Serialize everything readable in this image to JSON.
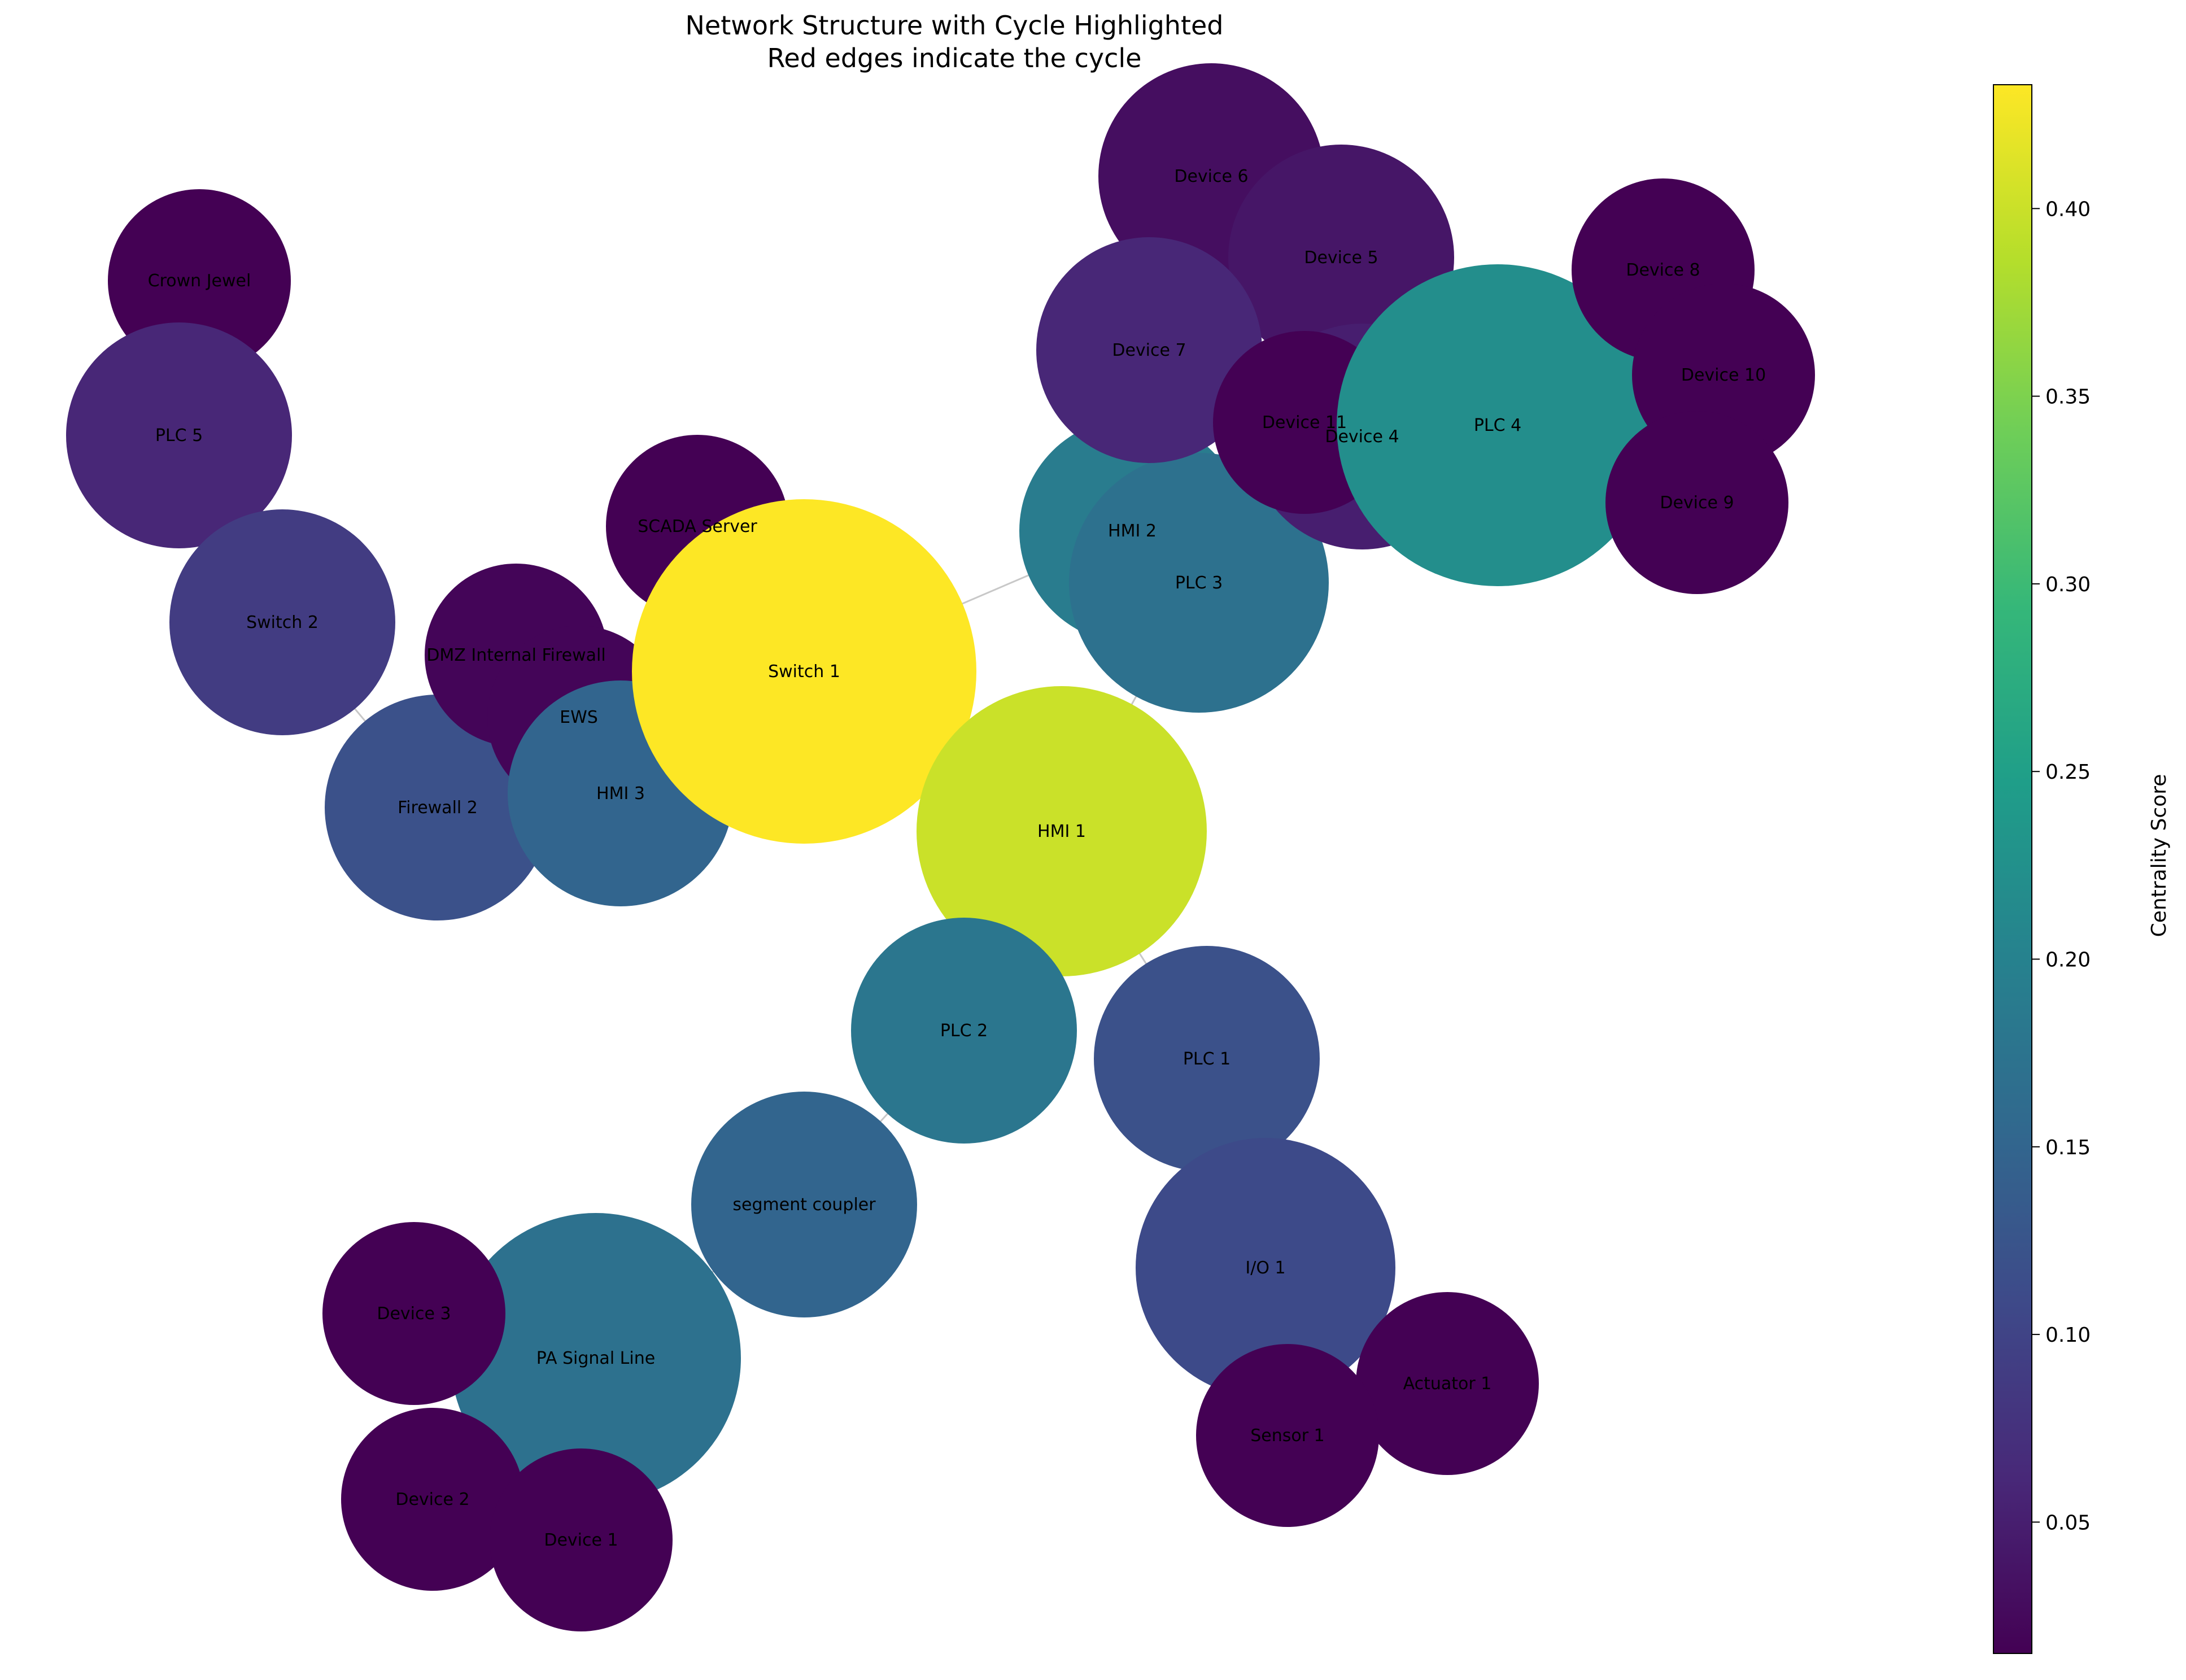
{
  "title": {
    "line1": "Network Structure with Cycle Highlighted",
    "line2": "Red edges indicate the cycle"
  },
  "colorbar": {
    "label": "Centrality Score",
    "range": [
      0.015,
      0.433
    ],
    "ticks": [
      "0.05",
      "0.10",
      "0.15",
      "0.20",
      "0.25",
      "0.30",
      "0.35",
      "0.40"
    ],
    "colormap": "viridis"
  },
  "nodes": [
    {
      "id": "crown-jewel",
      "label": "Crown Jewel",
      "centrality": 0.015
    },
    {
      "id": "plc-5",
      "label": "PLC 5",
      "centrality": 0.06
    },
    {
      "id": "switch-2",
      "label": "Switch 2",
      "centrality": 0.09
    },
    {
      "id": "firewall-2",
      "label": "Firewall 2",
      "centrality": 0.12
    },
    {
      "id": "dmz-internal-firewall",
      "label": "DMZ Internal Firewall",
      "centrality": 0.02
    },
    {
      "id": "ews",
      "label": "EWS",
      "centrality": 0.02
    },
    {
      "id": "hmi-3",
      "label": "HMI 3",
      "centrality": 0.15
    },
    {
      "id": "scada-server",
      "label": "SCADA Server",
      "centrality": 0.015
    },
    {
      "id": "switch-1",
      "label": "Switch 1",
      "centrality": 0.433
    },
    {
      "id": "hmi-2",
      "label": "HMI 2",
      "centrality": 0.19
    },
    {
      "id": "plc-3",
      "label": "PLC 3",
      "centrality": 0.17
    },
    {
      "id": "device-6",
      "label": "Device 6",
      "centrality": 0.03
    },
    {
      "id": "device-5",
      "label": "Device 5",
      "centrality": 0.04
    },
    {
      "id": "device-7",
      "label": "Device 7",
      "centrality": 0.06
    },
    {
      "id": "device-4",
      "label": "Device 4",
      "centrality": 0.05
    },
    {
      "id": "device-11",
      "label": "Device 11",
      "centrality": 0.015
    },
    {
      "id": "plc-4",
      "label": "PLC 4",
      "centrality": 0.22
    },
    {
      "id": "device-8",
      "label": "Device 8",
      "centrality": 0.015
    },
    {
      "id": "device-10",
      "label": "Device 10",
      "centrality": 0.015
    },
    {
      "id": "device-9",
      "label": "Device 9",
      "centrality": 0.015
    },
    {
      "id": "hmi-1",
      "label": "HMI 1",
      "centrality": 0.4
    },
    {
      "id": "plc-2",
      "label": "PLC 2",
      "centrality": 0.18
    },
    {
      "id": "plc-1",
      "label": "PLC 1",
      "centrality": 0.12
    },
    {
      "id": "segment-coupler",
      "label": "segment coupler",
      "centrality": 0.15
    },
    {
      "id": "io-1",
      "label": "I/O 1",
      "centrality": 0.11
    },
    {
      "id": "actuator-1",
      "label": "Actuator 1",
      "centrality": 0.015
    },
    {
      "id": "sensor-1",
      "label": "Sensor 1",
      "centrality": 0.015
    },
    {
      "id": "pa-signal-line",
      "label": "PA Signal Line",
      "centrality": 0.17
    },
    {
      "id": "device-3",
      "label": "Device 3",
      "centrality": 0.015
    },
    {
      "id": "device-2",
      "label": "Device 2",
      "centrality": 0.015
    },
    {
      "id": "device-1",
      "label": "Device 1",
      "centrality": 0.015
    }
  ],
  "edges": [
    {
      "from": "switch-1",
      "to": "hmi-2",
      "color": "#c8c8c8"
    },
    {
      "from": "switch-1",
      "to": "scada-server",
      "color": "#c8c8c8"
    },
    {
      "from": "switch-1",
      "to": "hmi-3",
      "color": "#c8c8c8"
    },
    {
      "from": "switch-1",
      "to": "ews",
      "color": "#c8c8c8"
    },
    {
      "from": "switch-1",
      "to": "hmi-1",
      "color": "#c8c8c8"
    },
    {
      "from": "switch-1",
      "to": "dmz-internal-firewall",
      "color": "#c8c8c8"
    },
    {
      "from": "dmz-internal-firewall",
      "to": "firewall-2",
      "color": "#c8c8c8"
    },
    {
      "from": "firewall-2",
      "to": "switch-2",
      "color": "#c8c8c8"
    },
    {
      "from": "switch-2",
      "to": "plc-5",
      "color": "#c8c8c8"
    },
    {
      "from": "plc-5",
      "to": "crown-jewel",
      "color": "#c8c8c8"
    },
    {
      "from": "hmi-2",
      "to": "plc-3",
      "color": "#c8c8c8"
    },
    {
      "from": "hmi-1",
      "to": "plc-3",
      "color": "#c8c8c8"
    },
    {
      "from": "hmi-1",
      "to": "plc-1",
      "color": "#c8c8c8"
    },
    {
      "from": "hmi-1",
      "to": "plc-2",
      "color": "#c8c8c8"
    },
    {
      "from": "plc-1",
      "to": "io-1",
      "color": "#c8c8c8"
    },
    {
      "from": "io-1",
      "to": "sensor-1",
      "color": "#c8c8c8"
    },
    {
      "from": "io-1",
      "to": "actuator-1",
      "color": "#c8c8c8"
    },
    {
      "from": "plc-2",
      "to": "segment-coupler",
      "color": "#c8c8c8"
    },
    {
      "from": "segment-coupler",
      "to": "pa-signal-line",
      "color": "#c8c8c8"
    },
    {
      "from": "pa-signal-line",
      "to": "device-1",
      "color": "#c8c8c8"
    },
    {
      "from": "pa-signal-line",
      "to": "device-2",
      "color": "#c8c8c8"
    },
    {
      "from": "pa-signal-line",
      "to": "device-3",
      "color": "#c8c8c8"
    },
    {
      "from": "plc-3",
      "to": "plc-4",
      "color": "#c8c8c8"
    },
    {
      "from": "plc-4",
      "to": "device-4",
      "color": "#c8c8c8"
    },
    {
      "from": "plc-4",
      "to": "device-5",
      "color": "#c8c8c8"
    },
    {
      "from": "plc-4",
      "to": "device-6",
      "color": "#c8c8c8"
    },
    {
      "from": "plc-4",
      "to": "device-7",
      "color": "#c8c8c8"
    },
    {
      "from": "plc-4",
      "to": "device-8",
      "color": "#c8c8c8"
    },
    {
      "from": "plc-4",
      "to": "device-9",
      "color": "#c8c8c8"
    },
    {
      "from": "plc-4",
      "to": "device-10",
      "color": "#c8c8c8"
    },
    {
      "from": "plc-4",
      "to": "device-11",
      "color": "#c8c8c8"
    }
  ]
}
